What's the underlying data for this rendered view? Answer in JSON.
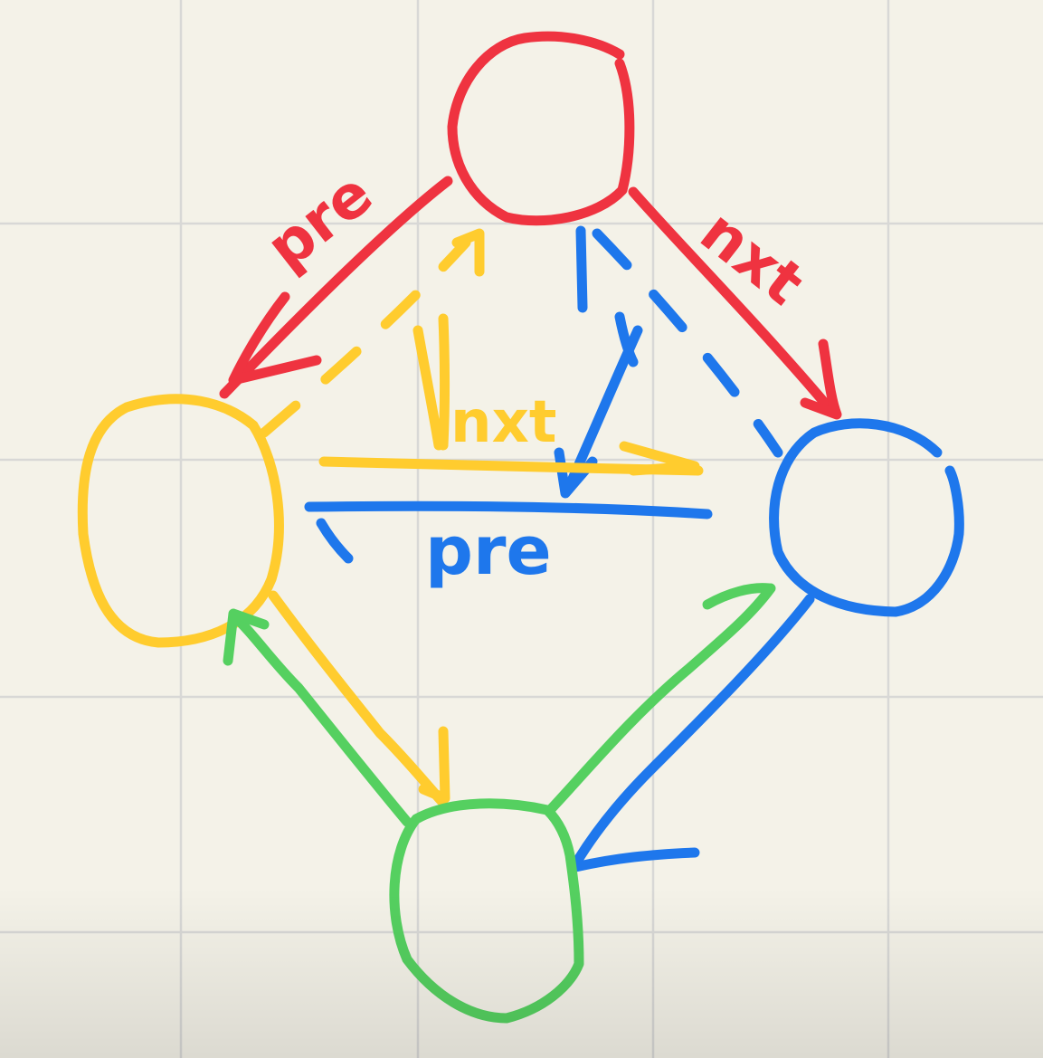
{
  "colors": {
    "background": "#f4f2e8",
    "grid": "#d8d8d6",
    "red": "#ef3340",
    "yellow": "#ffcc2e",
    "blue": "#1e77ec",
    "green": "#55d060"
  },
  "labels": {
    "red_pre": "pre",
    "red_nxt": "nxt",
    "yellow_nxt": "nxt",
    "blue_pre": "pre"
  }
}
